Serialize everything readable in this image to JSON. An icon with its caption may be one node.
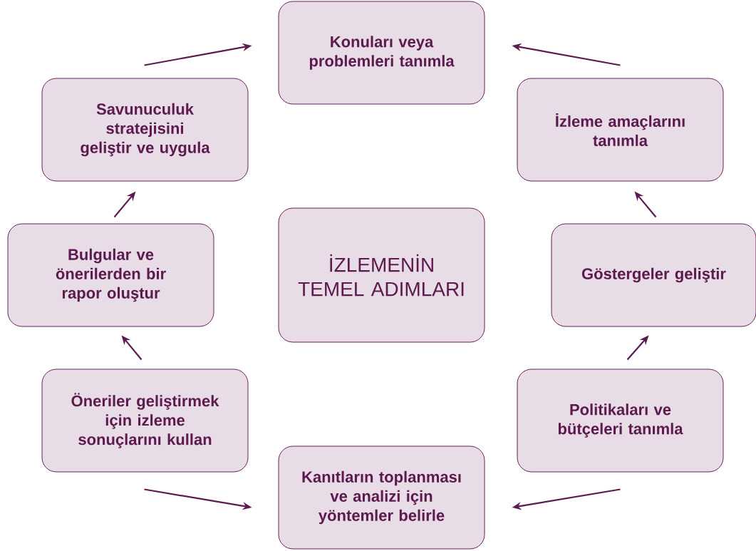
{
  "diagram": {
    "nodes": [
      {
        "text": [
          "Konuları veya problemleri tanımla"
        ]
      },
      {
        "text": [
          "İzleme amaçlarını tanımla"
        ]
      },
      {
        "text": [
          "Göstergeler geliştir"
        ]
      },
      {
        "text": [
          "Politikaları ve bütçeleri tanımla"
        ]
      },
      {
        "text": [
          "Kanıtların toplanması ve analizi için yöntemler belirle"
        ]
      },
      {
        "text": [
          "Öneriler geliştirmek için izleme sonuçlarını kullan"
        ]
      },
      {
        "text": [
          "Bulgular ve önerilerden bir rapor oluştur"
        ]
      },
      {
        "text": [
          "Savunuculuk stratejisini geliştir ve uygula"
        ]
      },
      {
        "text": [
          "İZLEMENİN TEMEL ADIMLARI"
        ]
      }
    ],
    "edges": [
      {
        "from": 1,
        "to": 0,
        "arrow": "to"
      },
      {
        "from": 2,
        "to": 1,
        "arrow": "to"
      },
      {
        "from": 3,
        "to": 2,
        "arrow": "to"
      },
      {
        "from": 3,
        "to": 4,
        "arrow": "to"
      },
      {
        "from": 5,
        "to": 4,
        "arrow": "to"
      },
      {
        "from": 5,
        "to": 6,
        "arrow": "to"
      },
      {
        "from": 6,
        "to": 7,
        "arrow": "to"
      },
      {
        "from": 7,
        "to": 0,
        "arrow": "to"
      }
    ]
  }
}
